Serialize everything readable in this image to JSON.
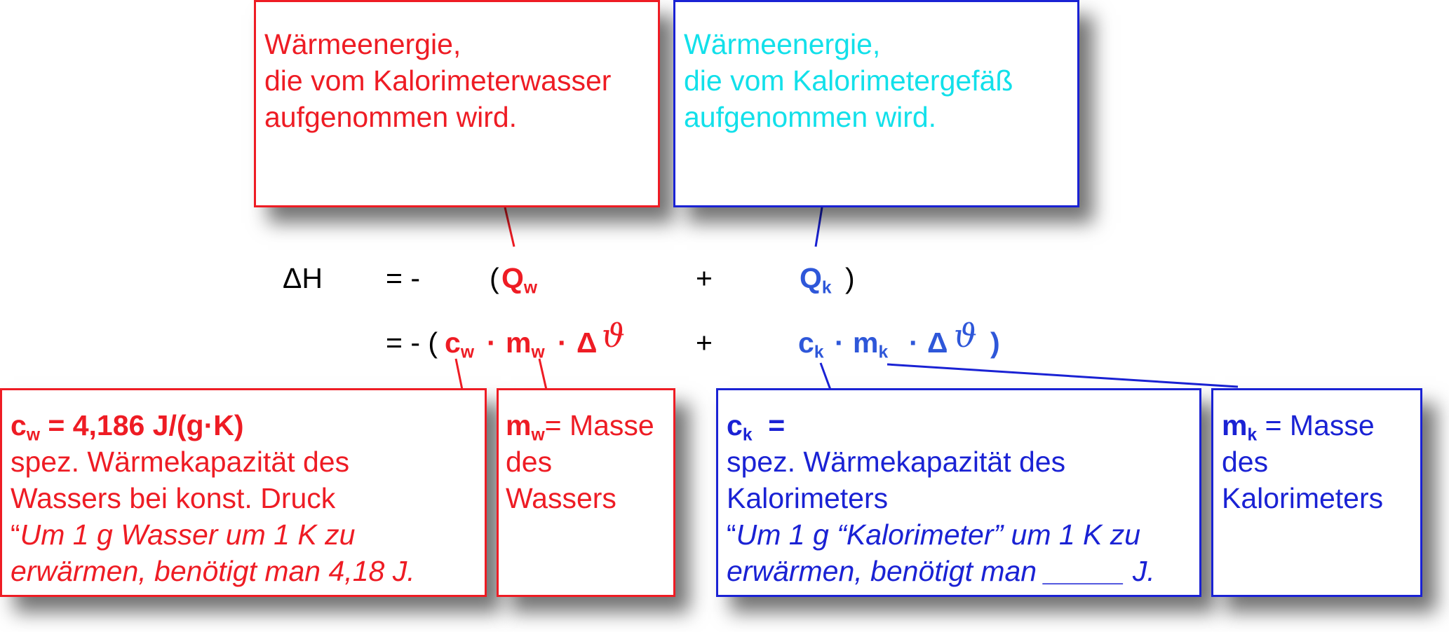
{
  "top_boxes": {
    "water": [
      "Wärmeenergie,",
      "die vom Kalorimeterwasser",
      "aufgenommen wird."
    ],
    "vessel": [
      "Wärmeenergie,",
      "die vom Kalorimetergefäß",
      "aufgenommen wird."
    ]
  },
  "equation": {
    "dH": "ΔH",
    "eq1": "= -",
    "paren_open": "(",
    "Qw_main": "Q",
    "Qw_sub": "w",
    "plus": "+",
    "Qk_main": "Q",
    "Qk_sub": "k",
    "paren_close": ")",
    "eq2": "= - (",
    "cw_main": "c",
    "cw_sub": "w",
    "dot": "·",
    "mw_main": "m",
    "mw_sub": "w",
    "delta": "Δ",
    "theta": "ϑ",
    "ck_main": "c",
    "ck_sub": "k",
    "mk_main": "m",
    "mk_sub": "k",
    "close2": ")"
  },
  "bottom_boxes": {
    "cw": {
      "symbol_main": "c",
      "symbol_sub": "w",
      "value": "= 4,186 J/(g·K)",
      "line2": "spez. Wärmekapazität des",
      "line3": "Wassers bei konst. Druck",
      "line4_quote": "“",
      "line4": "Um 1 g  Wasser um 1 K zu",
      "line5": "erwärmen, benötigt man 4,18 J."
    },
    "mw": {
      "symbol_main": "m",
      "symbol_sub": "w",
      "text1": "= Masse",
      "text2": "des",
      "text3": "Wassers"
    },
    "ck": {
      "symbol_main": "c",
      "symbol_sub": "k",
      "value": "=",
      "line2": "spez. Wärmekapazität des",
      "line3": "Kalorimeters",
      "line4_quote": "“",
      "line4": "Um 1 g  “Kalorimeter” um 1 K zu",
      "line5": "erwärmen, benötigt man _____ J."
    },
    "mk": {
      "symbol_main": "m",
      "symbol_sub": "k",
      "text1": "= Masse",
      "text2": "des",
      "text3": "Kalorimeters"
    }
  },
  "colors": {
    "red": "#ee1c24",
    "blue": "#1a22d4",
    "cyan": "#12e0ea",
    "equation_blue": "#2e57d9"
  }
}
